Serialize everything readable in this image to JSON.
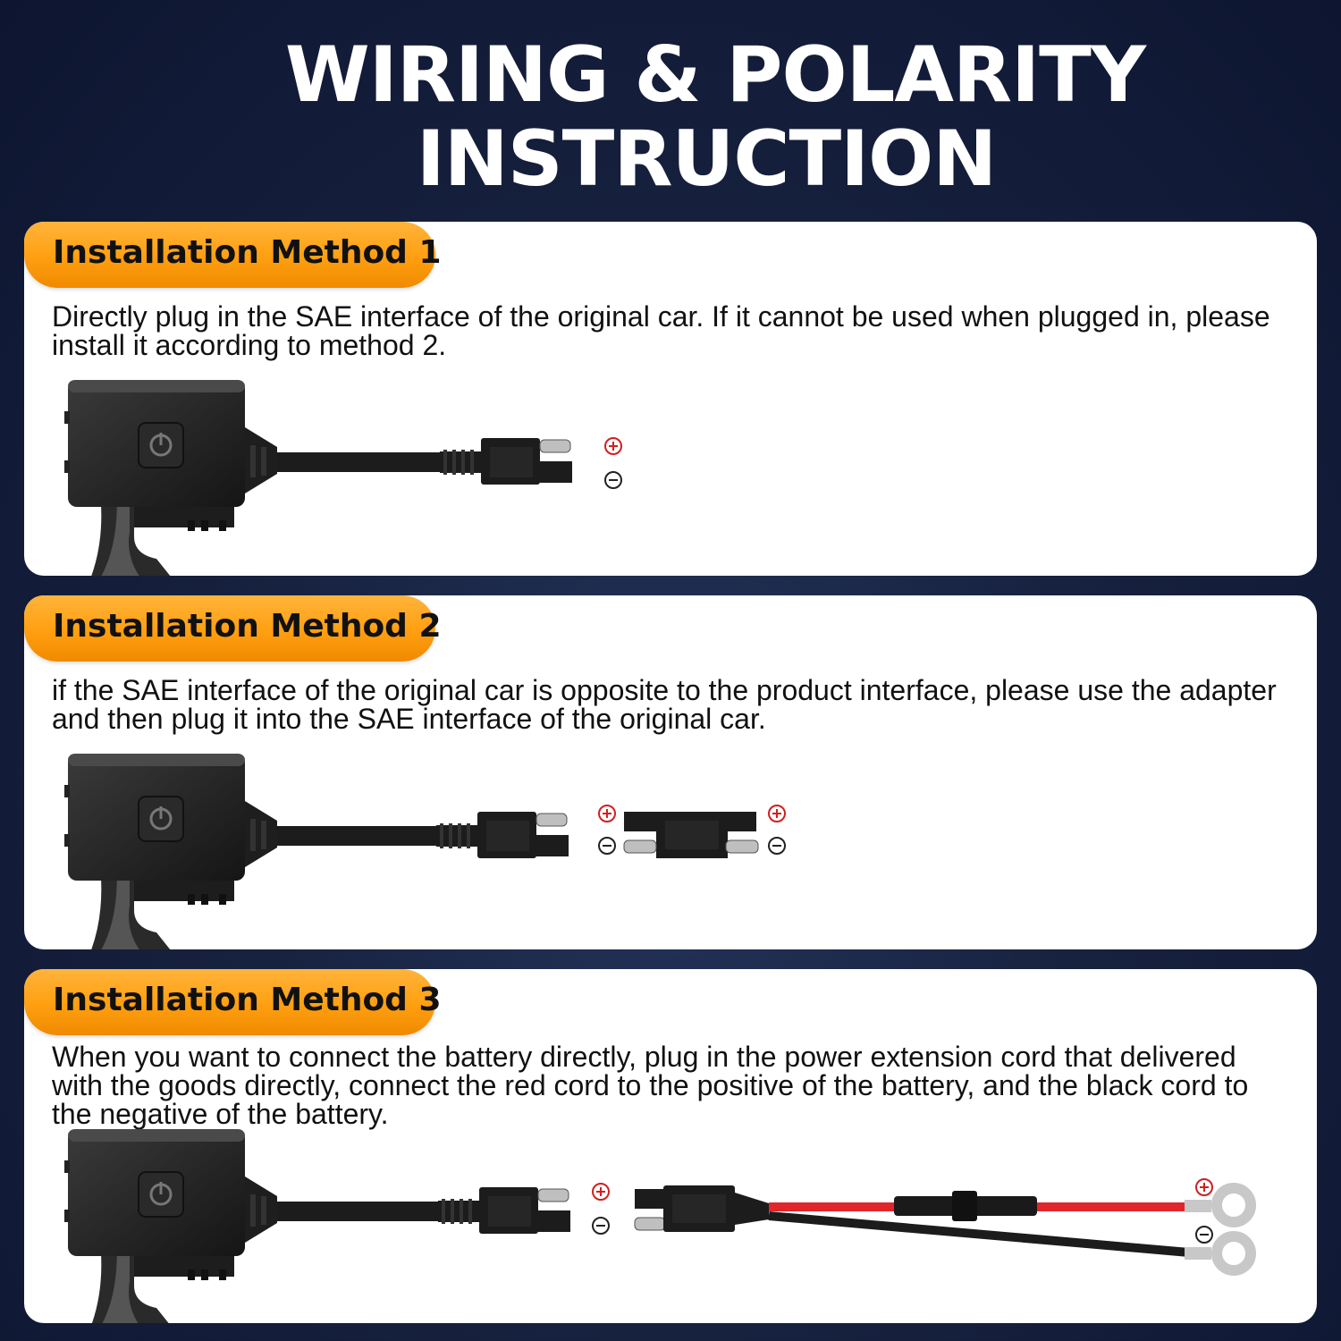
{
  "header": {
    "title_line1": "WIRING & POLARITY",
    "title_line2": "INSTRUCTION"
  },
  "methods": [
    {
      "label": "Installation Method 1",
      "description": "Directly plug in the SAE interface of the original car. If it cannot be used when plugged in, please install it according to method 2."
    },
    {
      "label": "Installation Method 2",
      "description": "if the SAE interface of the original car is opposite to the product interface, please use the adapter and then plug it into the SAE interface of the original car."
    },
    {
      "label": "Installation Method 3",
      "description": "When you want to connect the battery directly, plug in the power extension cord that delivered with the goods directly, connect the red cord to the positive of the battery, and the black cord to the negative of the battery."
    }
  ],
  "colors": {
    "background": "#17223f",
    "badge_orange": "#ff9f10",
    "positive_red": "#d0201f",
    "cable_black": "#1c1c1c"
  },
  "icons": [
    "power-icon",
    "positive-polarity-icon",
    "negative-polarity-icon",
    "sae-connector-icon",
    "ring-terminal-icon",
    "inline-fuse-icon"
  ]
}
